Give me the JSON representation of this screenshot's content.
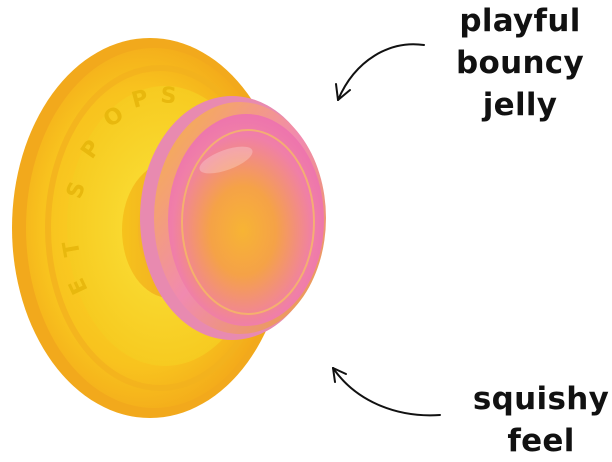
{
  "image": {
    "subject": "magnetic phone grip with translucent yellow base and pink-to-orange swappable top",
    "colors": {
      "base_outer": "#F6B21C",
      "base_inner": "#F9D21E",
      "top_pink": "#F07BB3",
      "top_orange": "#F6A63A",
      "text": "#111111"
    },
    "embossed_text": "POPSOCKETS"
  },
  "callouts": {
    "top": {
      "lines": [
        "playful",
        "bouncy",
        "jelly"
      ]
    },
    "bottom": {
      "lines": [
        "squishy",
        "feel"
      ]
    }
  }
}
